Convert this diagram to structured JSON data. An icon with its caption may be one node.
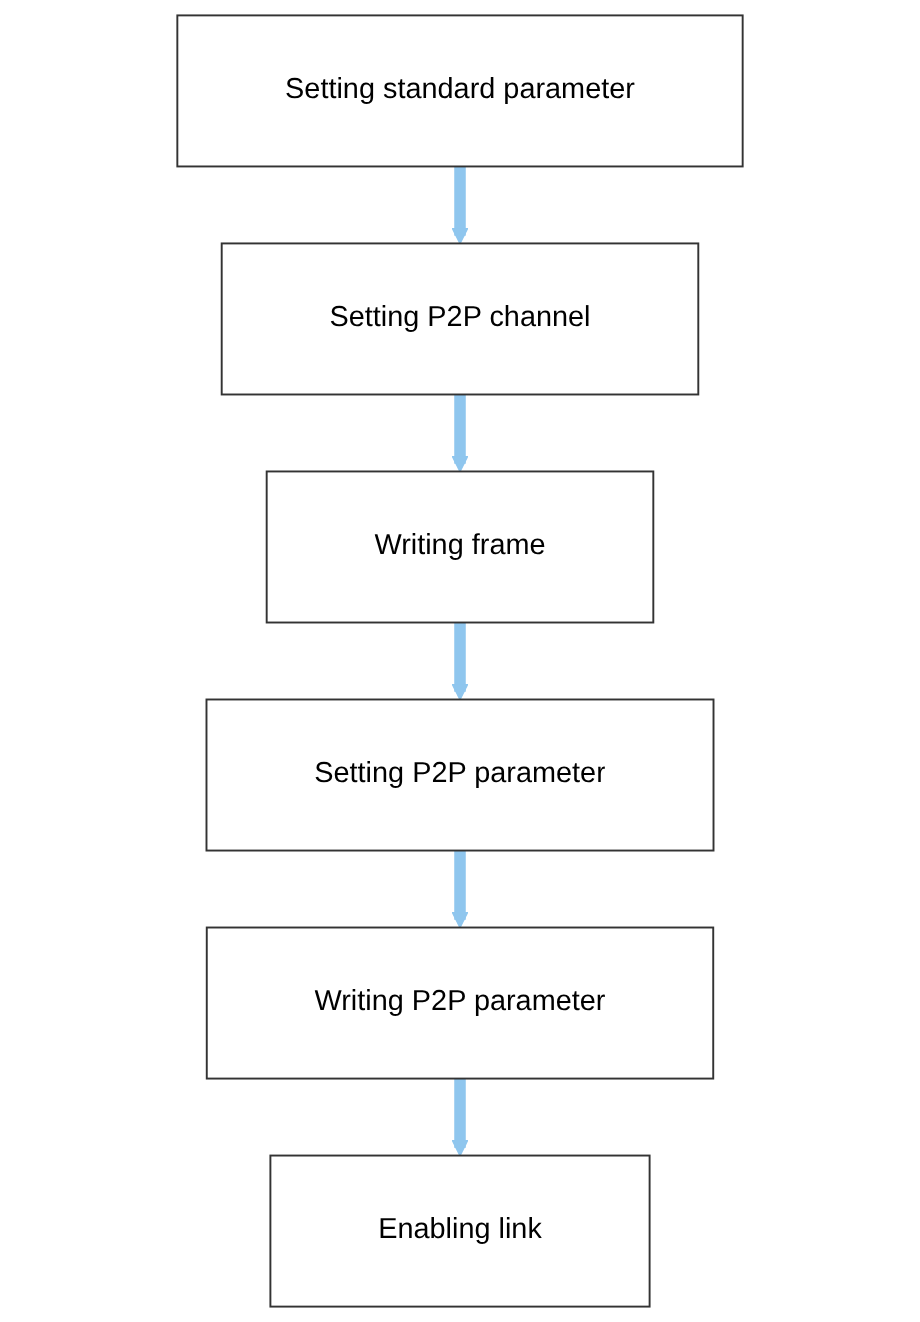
{
  "diagram": {
    "nodes": [
      {
        "text": [
          "Setting standard parameter"
        ]
      },
      {
        "text": [
          "Setting P2P channel"
        ]
      },
      {
        "text": [
          "Writing frame"
        ]
      },
      {
        "text": [
          "Setting P2P parameter"
        ]
      },
      {
        "text": [
          "Writing P2P parameter"
        ]
      },
      {
        "text": [
          "Enabling link"
        ]
      }
    ],
    "edges": [
      {
        "from": 0,
        "to": 1,
        "arrow": "to"
      },
      {
        "from": 1,
        "to": 2,
        "arrow": "to"
      },
      {
        "from": 2,
        "to": 3,
        "arrow": "to"
      },
      {
        "from": 3,
        "to": 4,
        "arrow": "to"
      },
      {
        "from": 4,
        "to": 5,
        "arrow": "to"
      }
    ]
  }
}
